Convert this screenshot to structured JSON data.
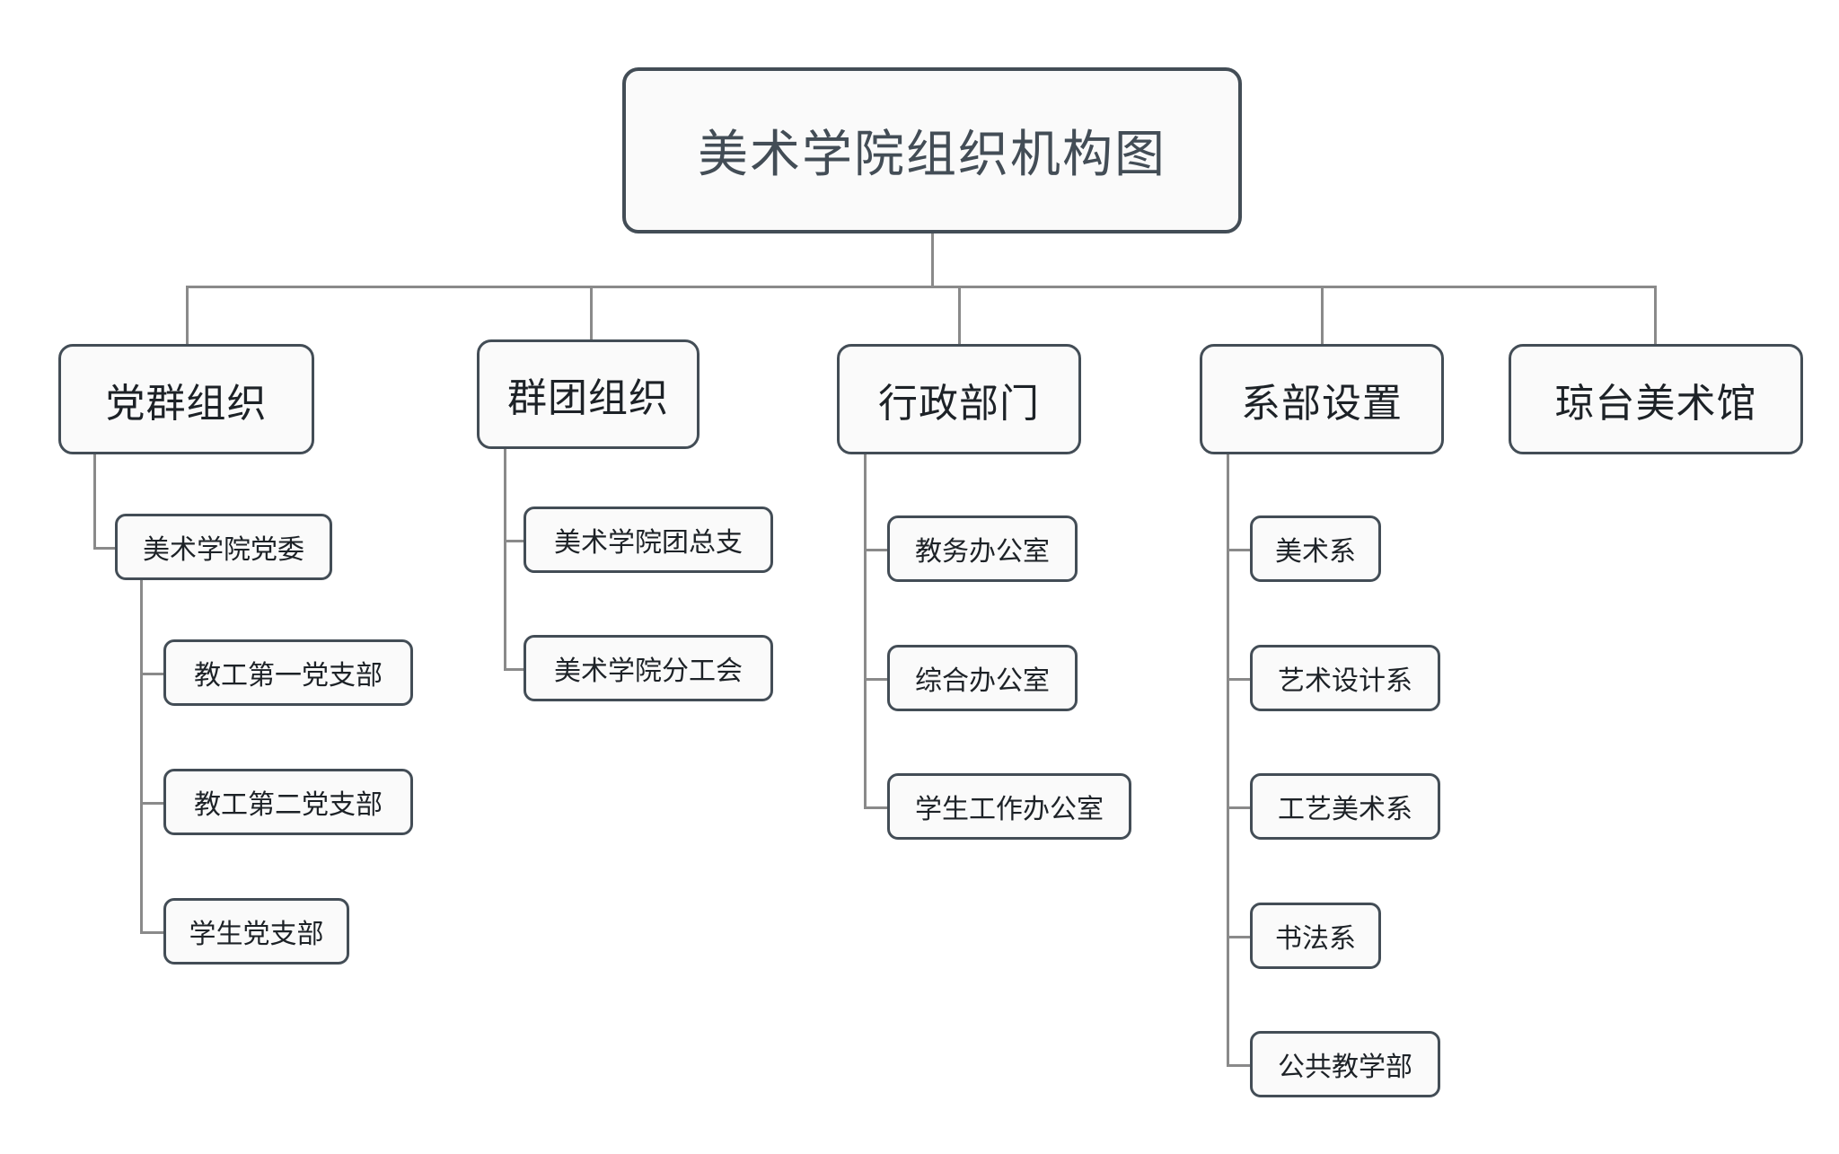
{
  "diagram": {
    "title": "美术学院组织机构图",
    "type": "organization-chart",
    "colors": {
      "background": "#ffffff",
      "box_border": "#434d56",
      "box_fill": "#fafafa",
      "connector": "#8a8a8a",
      "text": "#1d2227"
    }
  },
  "root": {
    "label": "美术学院组织机构图"
  },
  "branches": [
    {
      "label": "党群组织",
      "children": [
        {
          "label": "美术学院党委",
          "children": [
            {
              "label": "教工第一党支部"
            },
            {
              "label": "教工第二党支部"
            },
            {
              "label": "学生党支部"
            }
          ]
        }
      ]
    },
    {
      "label": "群团组织",
      "children": [
        {
          "label": "美术学院团总支"
        },
        {
          "label": "美术学院分工会"
        }
      ]
    },
    {
      "label": "行政部门",
      "children": [
        {
          "label": "教务办公室"
        },
        {
          "label": "综合办公室"
        },
        {
          "label": "学生工作办公室"
        }
      ]
    },
    {
      "label": "系部设置",
      "children": [
        {
          "label": "美术系"
        },
        {
          "label": "艺术设计系"
        },
        {
          "label": "工艺美术系"
        },
        {
          "label": "书法系"
        },
        {
          "label": "公共教学部"
        }
      ]
    },
    {
      "label": "琼台美术馆",
      "children": []
    }
  ]
}
